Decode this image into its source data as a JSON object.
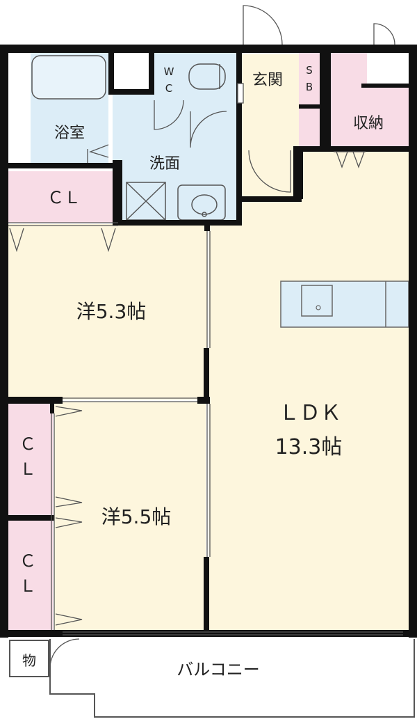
{
  "colors": {
    "wall": "#111111",
    "wet_area": "#dcedf7",
    "closet": "#f8dce6",
    "room": "#fdf6dd",
    "outline": "#555555"
  },
  "rooms": {
    "bathroom": "浴室",
    "wc_line1": "W",
    "wc_line2": "C",
    "washroom": "洗面",
    "entrance": "玄関",
    "sb_line1": "S",
    "sb_line2": "B",
    "storage": "収納",
    "cl_top": "ＣＬ",
    "western_room_1": "洋5.3帖",
    "ldk_line1": "ＬＤＫ",
    "ldk_line2": "13.3帖",
    "cl_mid_line1": "Ｃ",
    "cl_mid_line2": "Ｌ",
    "cl_low_line1": "Ｃ",
    "cl_low_line2": "Ｌ",
    "western_room_2": "洋5.5帖",
    "outdoor_storage": "物",
    "balcony": "バルコニー"
  }
}
